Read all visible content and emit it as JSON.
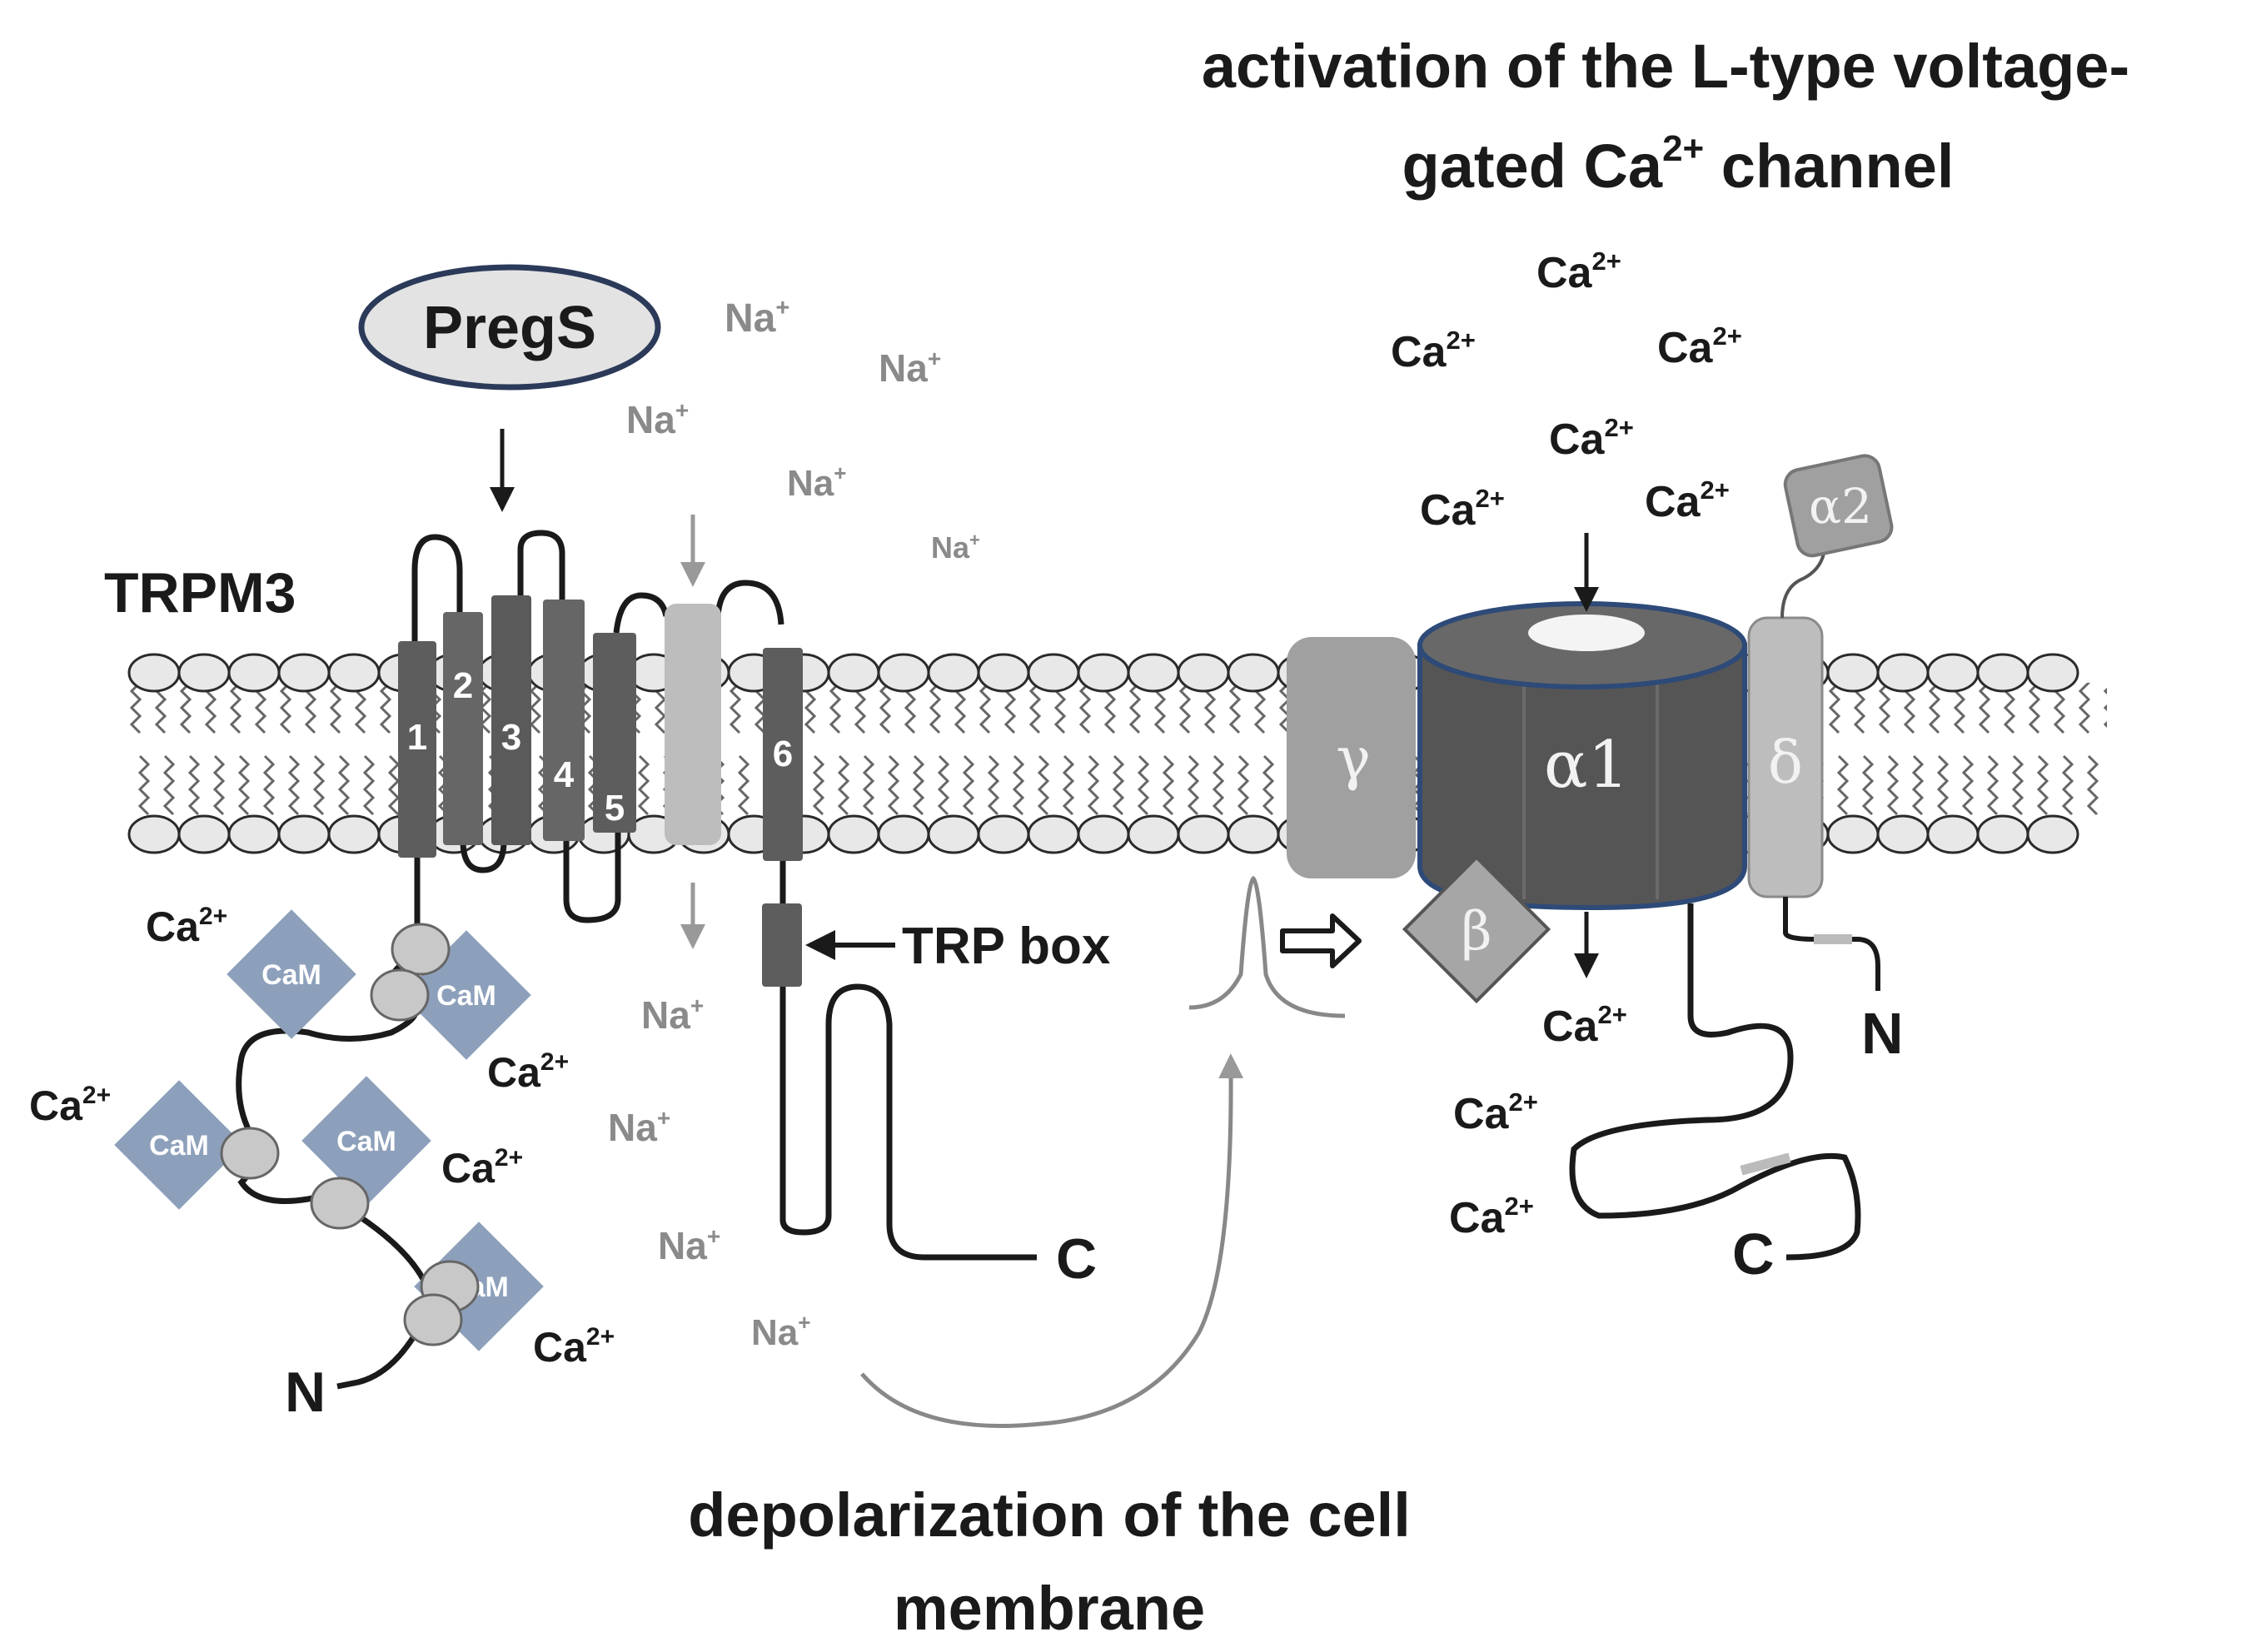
{
  "titles": {
    "top_line1": "activation of the L-type voltage-",
    "top_line2": "gated Ca",
    "top_line2_sup": "2+",
    "top_line2_end": " channel",
    "bottom_line1": "depolarization of the cell",
    "bottom_line2": "membrane"
  },
  "trpm3": {
    "name": "TRPM3",
    "ligand": "PregS",
    "helices": [
      "1",
      "2",
      "3",
      "4",
      "5",
      "6"
    ],
    "trp_box_label": "TRP box",
    "n_terminus": "N",
    "c_terminus": "C",
    "cam_label": "CaM",
    "ca_label": "Ca",
    "ca_sup": "2+",
    "na_label": "Na",
    "na_sup": "+"
  },
  "ltype": {
    "subunits": {
      "alpha1": "α1",
      "alpha2": "α2",
      "beta": "β",
      "gamma": "γ",
      "delta": "δ"
    },
    "n_terminus": "N",
    "c_terminus": "C"
  },
  "colors": {
    "dark_helix": "#5d5d5d",
    "light_helix": "#bdbdbd",
    "cam_blue": "#8da0bb",
    "ligand_fill": "#e3e3e3",
    "ligand_border": "#2c3a5a",
    "membrane_head": "#e8e8e8",
    "alpha1_fill": "#555555",
    "alpha1_border": "#2d4a78",
    "subunit_gray": "#a0a0a0"
  }
}
